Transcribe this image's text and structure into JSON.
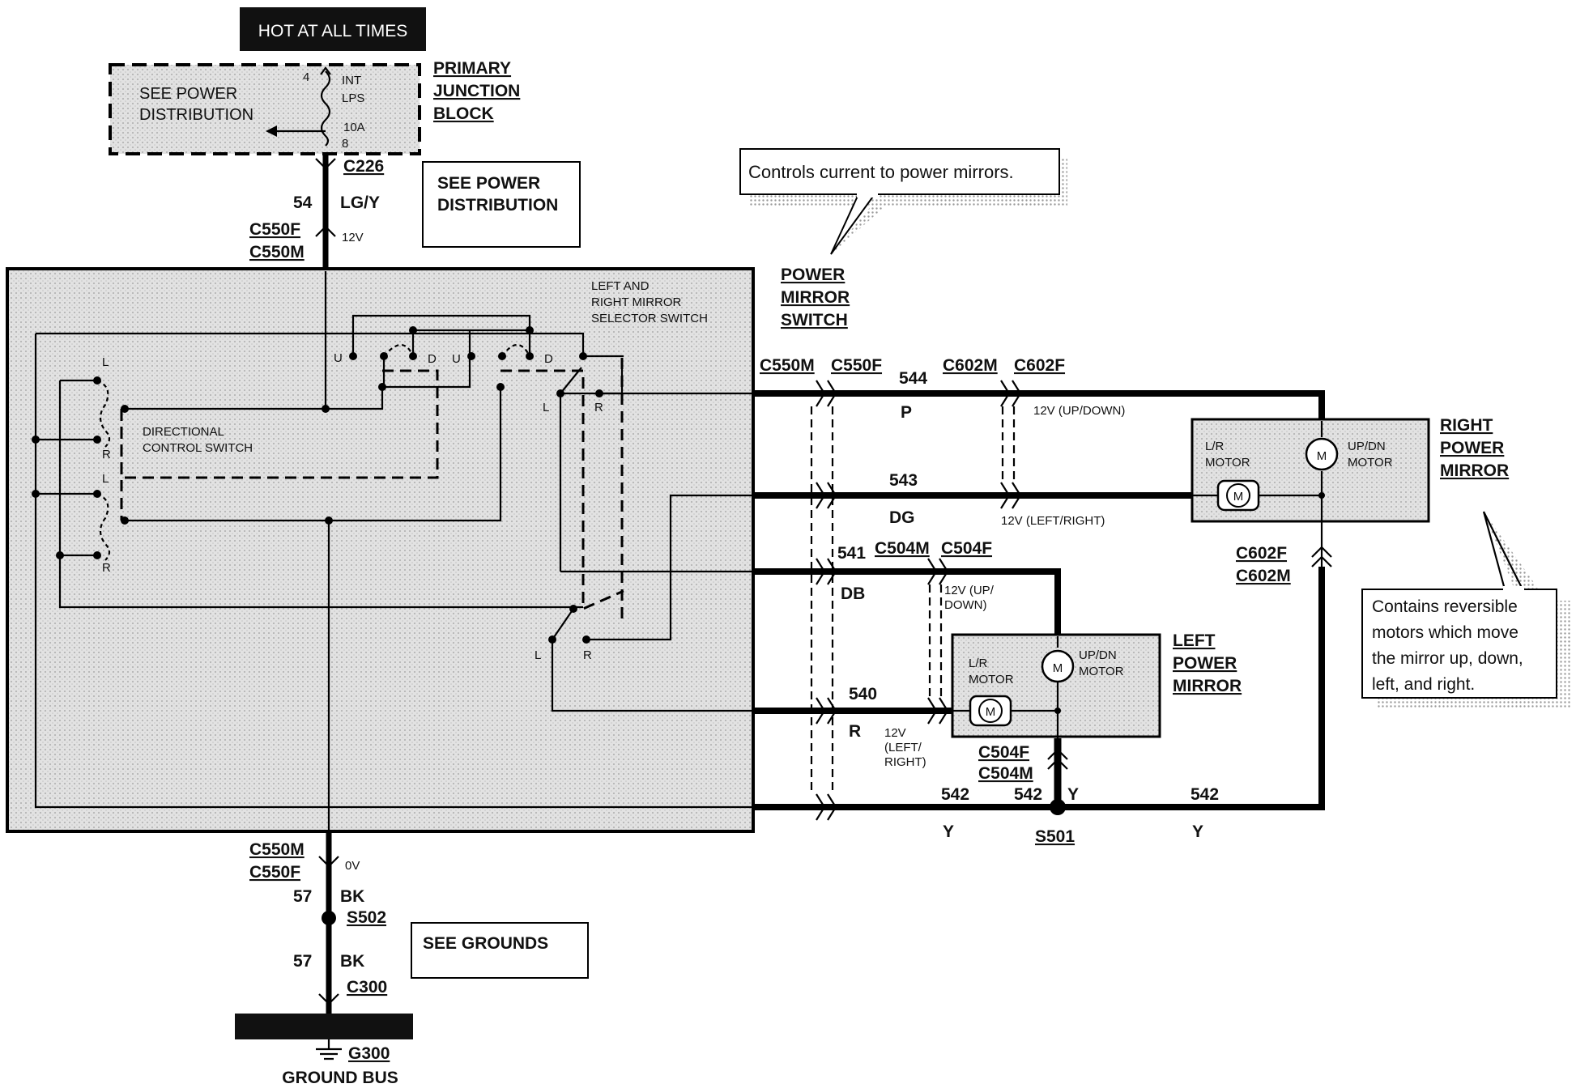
{
  "colors": {
    "switch_fill": "#d4d4d4",
    "banner_bg": "#111111",
    "banner_text": "#ffffff",
    "wire": "#000000"
  },
  "header": {
    "hot_at_all_times": "HOT AT ALL TIMES"
  },
  "junction_block": {
    "see_power": "SEE POWER",
    "distribution": "DISTRIBUTION",
    "pin_top": "4",
    "pin_bottom": "8",
    "fuse_line1": "INT",
    "fuse_line2": "LPS",
    "fuse_rating": "10A",
    "title_line1": "PRIMARY",
    "title_line2": "JUNCTION",
    "title_line3": "BLOCK"
  },
  "connectors": {
    "c226": "C226",
    "c550f": "C550F",
    "c550m": "C550M",
    "c602m": "C602M",
    "c602f": "C602F",
    "c504m": "C504M",
    "c504f": "C504F",
    "c300": "C300",
    "s501": "S501",
    "s502": "S502",
    "g300": "G300"
  },
  "see_power_box": {
    "line1": "SEE POWER",
    "line2": "DISTRIBUTION"
  },
  "see_grounds_box": {
    "text": "SEE GROUNDS"
  },
  "feed": {
    "circuit": "54",
    "color": "LG/Y",
    "voltage": "12V"
  },
  "ground": {
    "circuit": "57",
    "color": "BK",
    "voltage": "0V",
    "bus": "GROUND BUS"
  },
  "callouts": {
    "top": "Controls current to power mirrors.",
    "right_line1": "Contains reversible",
    "right_line2": "motors which move",
    "right_line3": "the mirror up, down,",
    "right_line4": "left, and right."
  },
  "power_mirror_switch": {
    "line1": "POWER",
    "line2": "MIRROR",
    "line3": "SWITCH"
  },
  "switch_labels": {
    "selector_line1": "LEFT AND",
    "selector_line2": "RIGHT MIRROR",
    "selector_line3": "SELECTOR SWITCH",
    "directional_line1": "DIRECTIONAL",
    "directional_line2": "CONTROL SWITCH",
    "u": "U",
    "d": "D",
    "l": "L",
    "r": "R"
  },
  "circuits": {
    "c544": "544",
    "p": "P",
    "c543": "543",
    "dg": "DG",
    "c541": "541",
    "db": "DB",
    "c540": "540",
    "r": "R",
    "c542": "542",
    "y": "Y"
  },
  "voltages": {
    "updown": "12V (UP/DOWN)",
    "leftright": "12V (LEFT/RIGHT)",
    "up_line1": "12V (UP/",
    "up_line2": "DOWN)",
    "lr_line1": "12V",
    "lr_line2": "(LEFT/",
    "lr_line3": "RIGHT)"
  },
  "right_mirror": {
    "title_line1": "RIGHT",
    "title_line2": "POWER",
    "title_line3": "MIRROR",
    "lr_motor_line1": "L/R",
    "lr_motor_line2": "MOTOR",
    "ud_motor_line1": "UP/DN",
    "ud_motor_line2": "MOTOR",
    "m": "M"
  },
  "left_mirror": {
    "title_line1": "LEFT",
    "title_line2": "POWER",
    "title_line3": "MIRROR",
    "lr_motor_line1": "L/R",
    "lr_motor_line2": "MOTOR",
    "ud_motor_line1": "UP/DN",
    "ud_motor_line2": "MOTOR",
    "m": "M"
  }
}
